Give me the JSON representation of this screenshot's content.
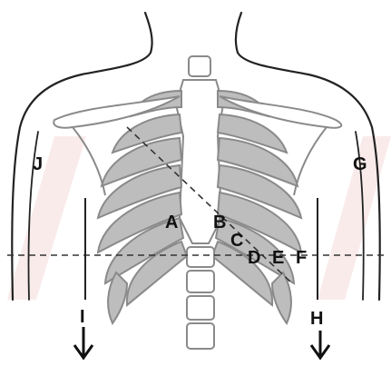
{
  "labels": {
    "A": "A",
    "B": "B",
    "C": "C",
    "D": "D",
    "E": "E",
    "F": "F",
    "G": "G",
    "H": "H",
    "I": "I",
    "J": "J"
  },
  "colors": {
    "outline": "#222222",
    "bone_fill": "#bdbdbd",
    "bone_stroke": "#8a8a8a",
    "dashed": "#333333",
    "watermark": "#f6d8d8"
  }
}
